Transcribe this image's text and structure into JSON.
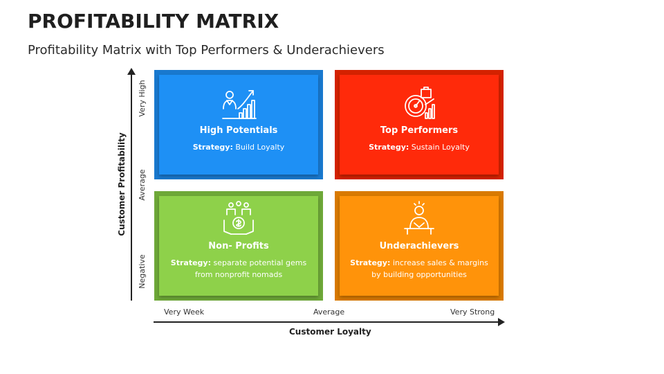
{
  "header": {
    "title": "PROFITABILITY MATRIX",
    "subtitle": "Profitability Matrix with Top Performers & Underachievers"
  },
  "axes": {
    "y_label": "Customer Profitability",
    "y_ticks": [
      "Very High",
      "Average",
      "Negative"
    ],
    "x_label": "Customer Loyalty",
    "x_ticks": [
      "Very Week",
      "Average",
      "Very Strong"
    ]
  },
  "quadrants": [
    {
      "name": "High Potentials",
      "strategy_prefix": "Strategy:",
      "strategy_text": " Build Loyalty",
      "icon": "growth-person-icon",
      "color": "#1e90f5",
      "border_color": "#1979cf"
    },
    {
      "name": "Top Performers",
      "strategy_prefix": "Strategy:",
      "strategy_text": " Sustain Loyalty",
      "icon": "performance-gauge-icon",
      "color": "#ff2a0a",
      "border_color": "#d42200"
    },
    {
      "name": "Non- Profits",
      "strategy_prefix": "Strategy:",
      "strategy_text": " separate potential gems from nonprofit nomads",
      "icon": "money-hands-icon",
      "color": "#8ed14a",
      "border_color": "#6ea838"
    },
    {
      "name": "Underachievers",
      "strategy_prefix": "Strategy:",
      "strategy_text": " increase sales & margins by building opportunities",
      "icon": "thinking-person-icon",
      "color": "#ff930a",
      "border_color": "#d97a00"
    }
  ]
}
